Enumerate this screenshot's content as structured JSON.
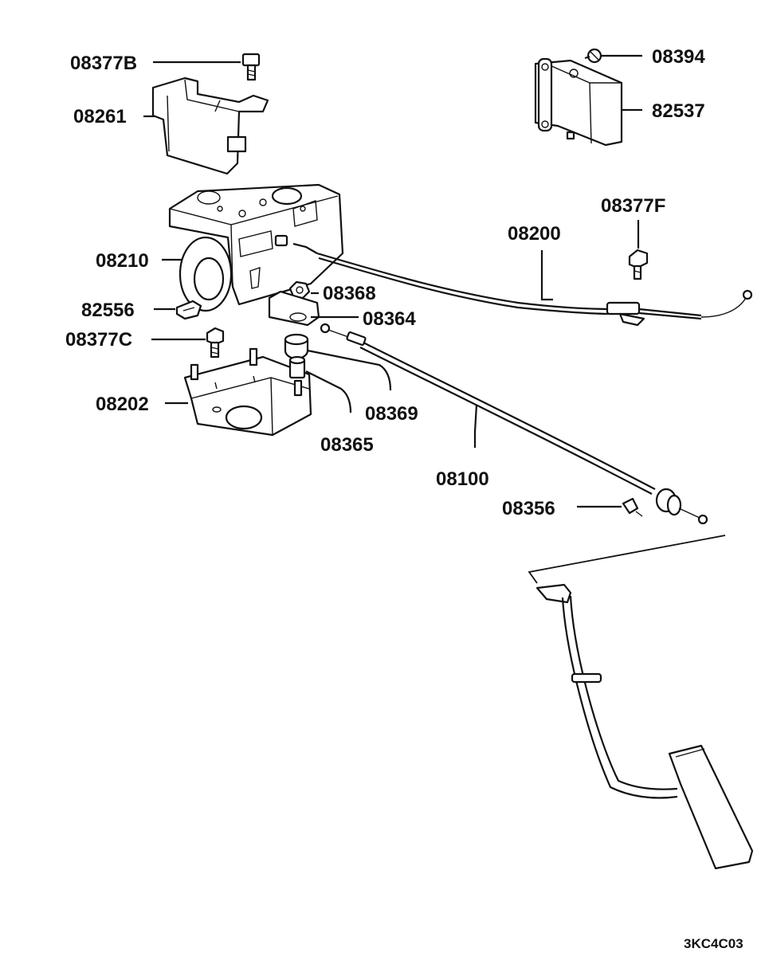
{
  "figure_code": "3KC4C03",
  "parts": {
    "p08377B": "08377B",
    "p08261": "08261",
    "p08394": "08394",
    "p82537": "82537",
    "p08377F": "08377F",
    "p08200": "08200",
    "p08210": "08210",
    "p08368": "08368",
    "p82556": "82556",
    "p08364": "08364",
    "p08377C": "08377C",
    "p08202": "08202",
    "p08369": "08369",
    "p08365": "08365",
    "p08100": "08100",
    "p08356": "08356"
  }
}
